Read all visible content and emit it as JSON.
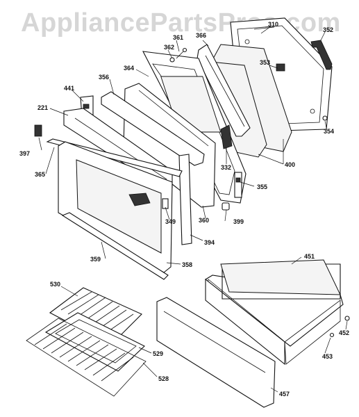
{
  "watermark": "AppliancePartsPros.com",
  "labels": {
    "p310": "310",
    "p352": "352",
    "p353": "353",
    "p354": "354",
    "p361": "361",
    "p362": "362",
    "p366": "366",
    "p364": "364",
    "p356": "356",
    "p441": "441",
    "p221": "221",
    "p397": "397",
    "p365": "365",
    "p332": "332",
    "p400": "400",
    "p355": "355",
    "p399": "399",
    "p349": "349",
    "p360": "360",
    "p394": "394",
    "p359": "359",
    "p358": "358",
    "p451": "451",
    "p530": "530",
    "p452": "452",
    "p453": "453",
    "p529": "529",
    "p528": "528",
    "p457": "457"
  }
}
